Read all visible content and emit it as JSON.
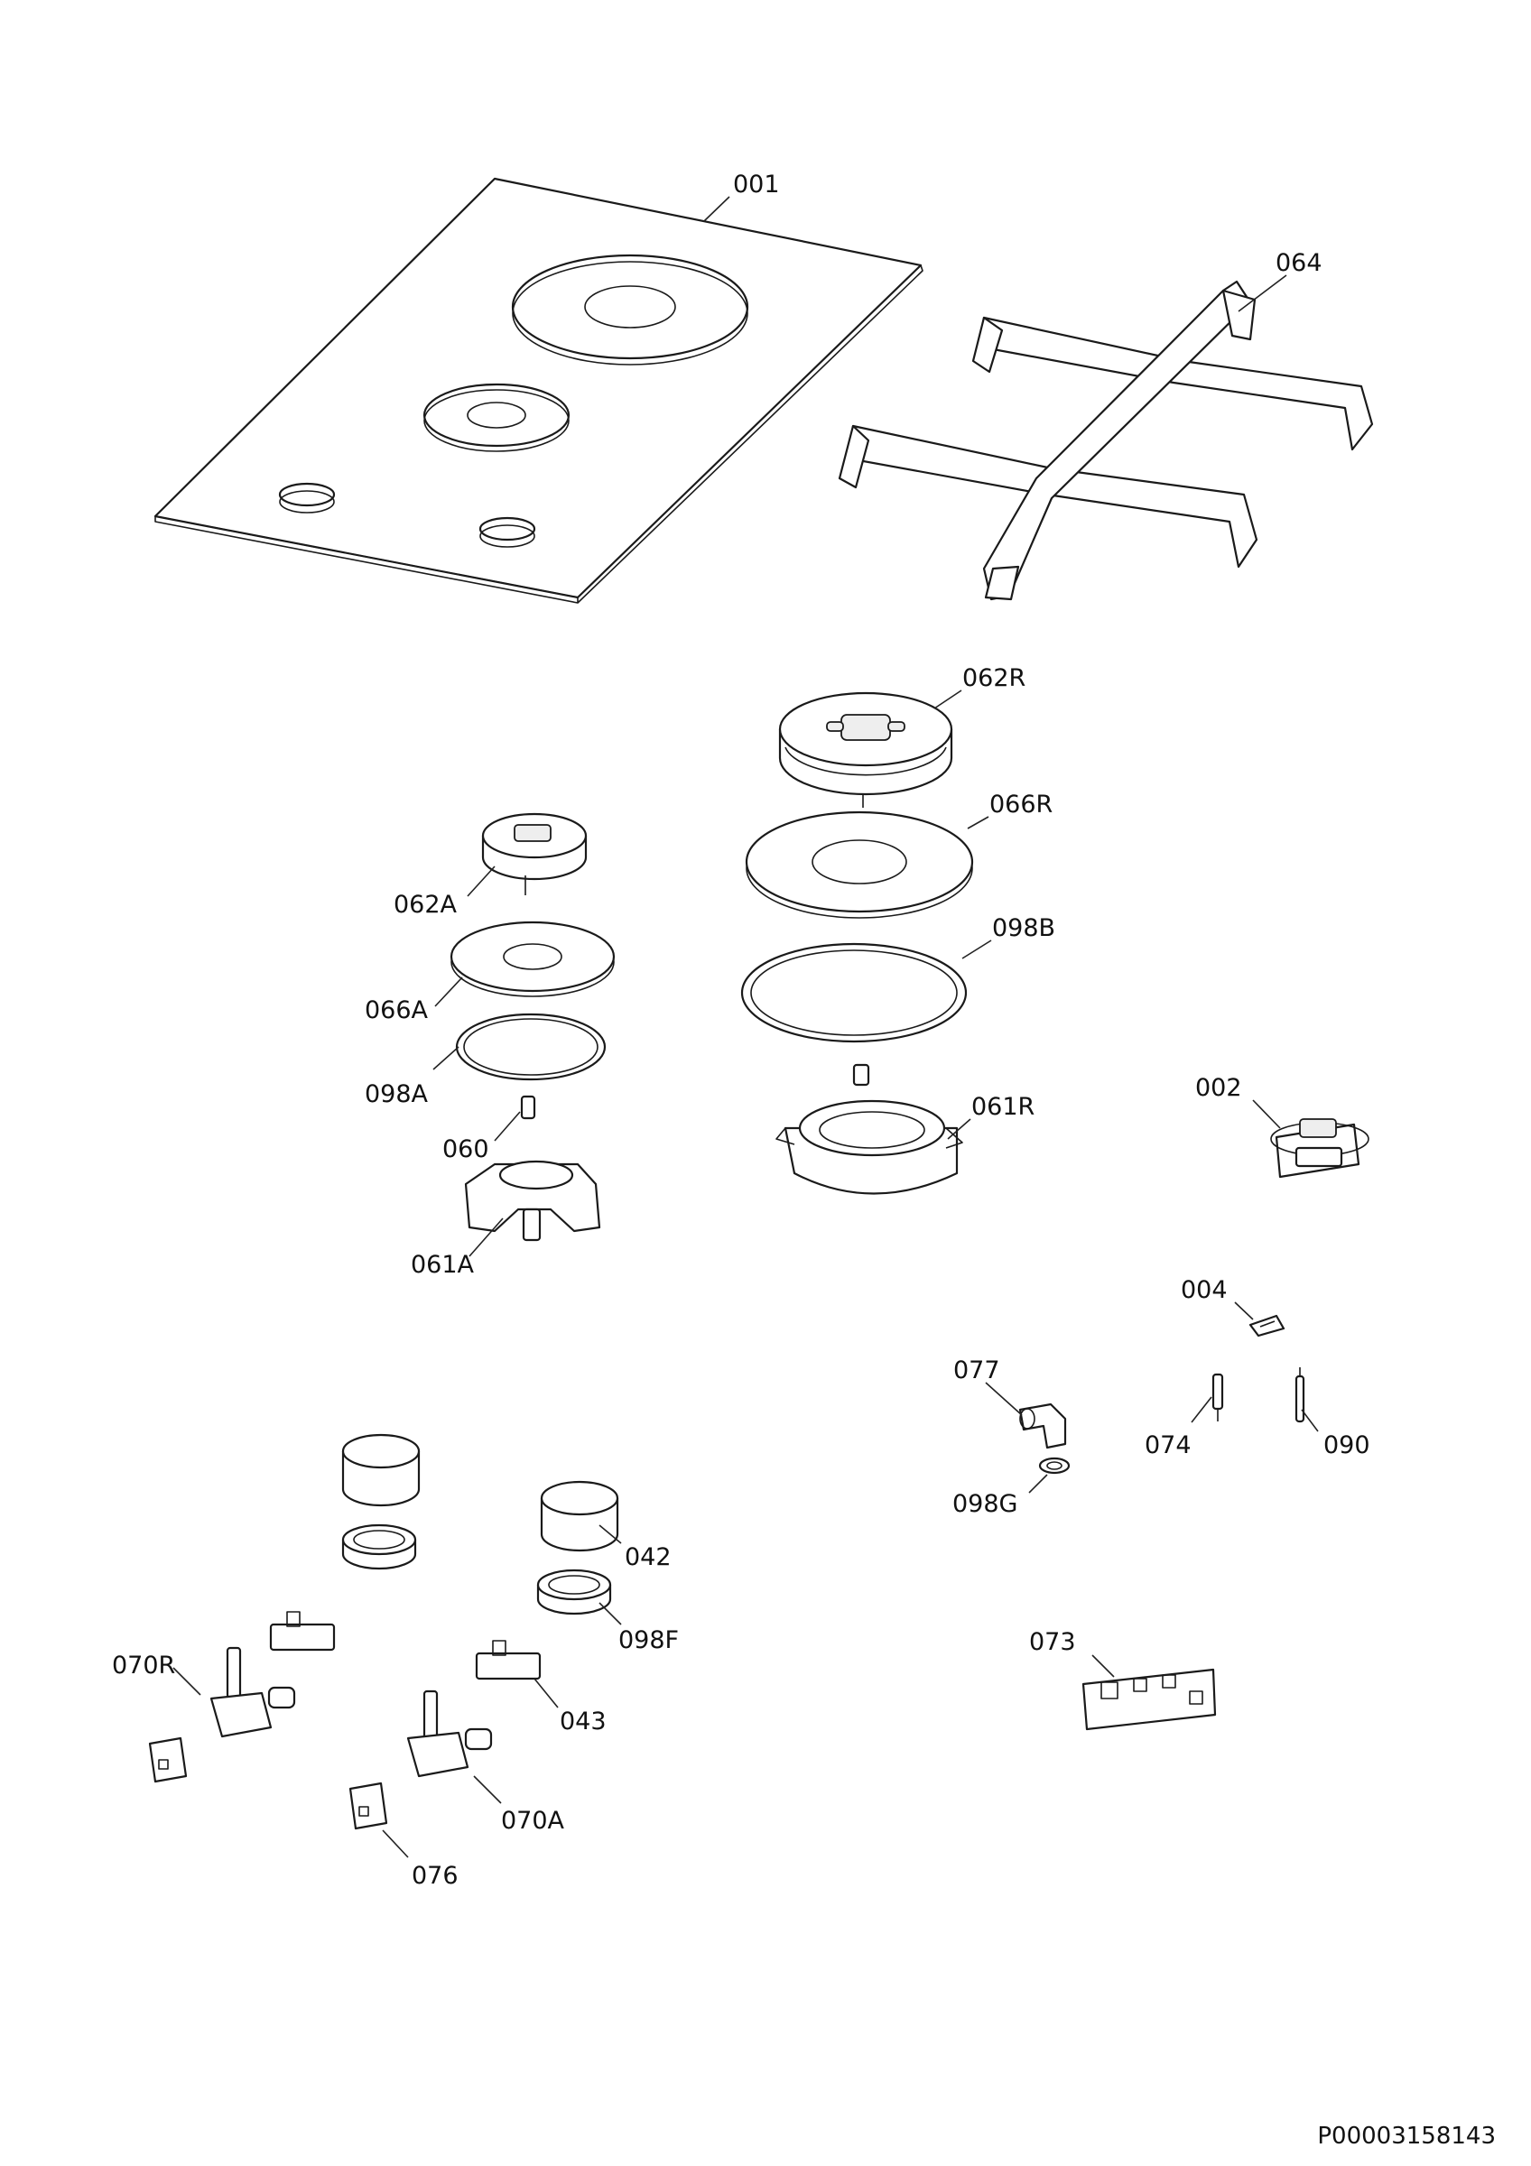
{
  "doc_id": "P00003158143",
  "parts": [
    {
      "id": "001"
    },
    {
      "id": "064"
    },
    {
      "id": "062R"
    },
    {
      "id": "066R"
    },
    {
      "id": "098B"
    },
    {
      "id": "061R"
    },
    {
      "id": "062A"
    },
    {
      "id": "066A"
    },
    {
      "id": "098A"
    },
    {
      "id": "060"
    },
    {
      "id": "061A"
    },
    {
      "id": "002"
    },
    {
      "id": "004"
    },
    {
      "id": "077"
    },
    {
      "id": "074"
    },
    {
      "id": "090"
    },
    {
      "id": "098G"
    },
    {
      "id": "042"
    },
    {
      "id": "098F"
    },
    {
      "id": "043"
    },
    {
      "id": "070R"
    },
    {
      "id": "070A"
    },
    {
      "id": "076"
    },
    {
      "id": "073"
    }
  ]
}
